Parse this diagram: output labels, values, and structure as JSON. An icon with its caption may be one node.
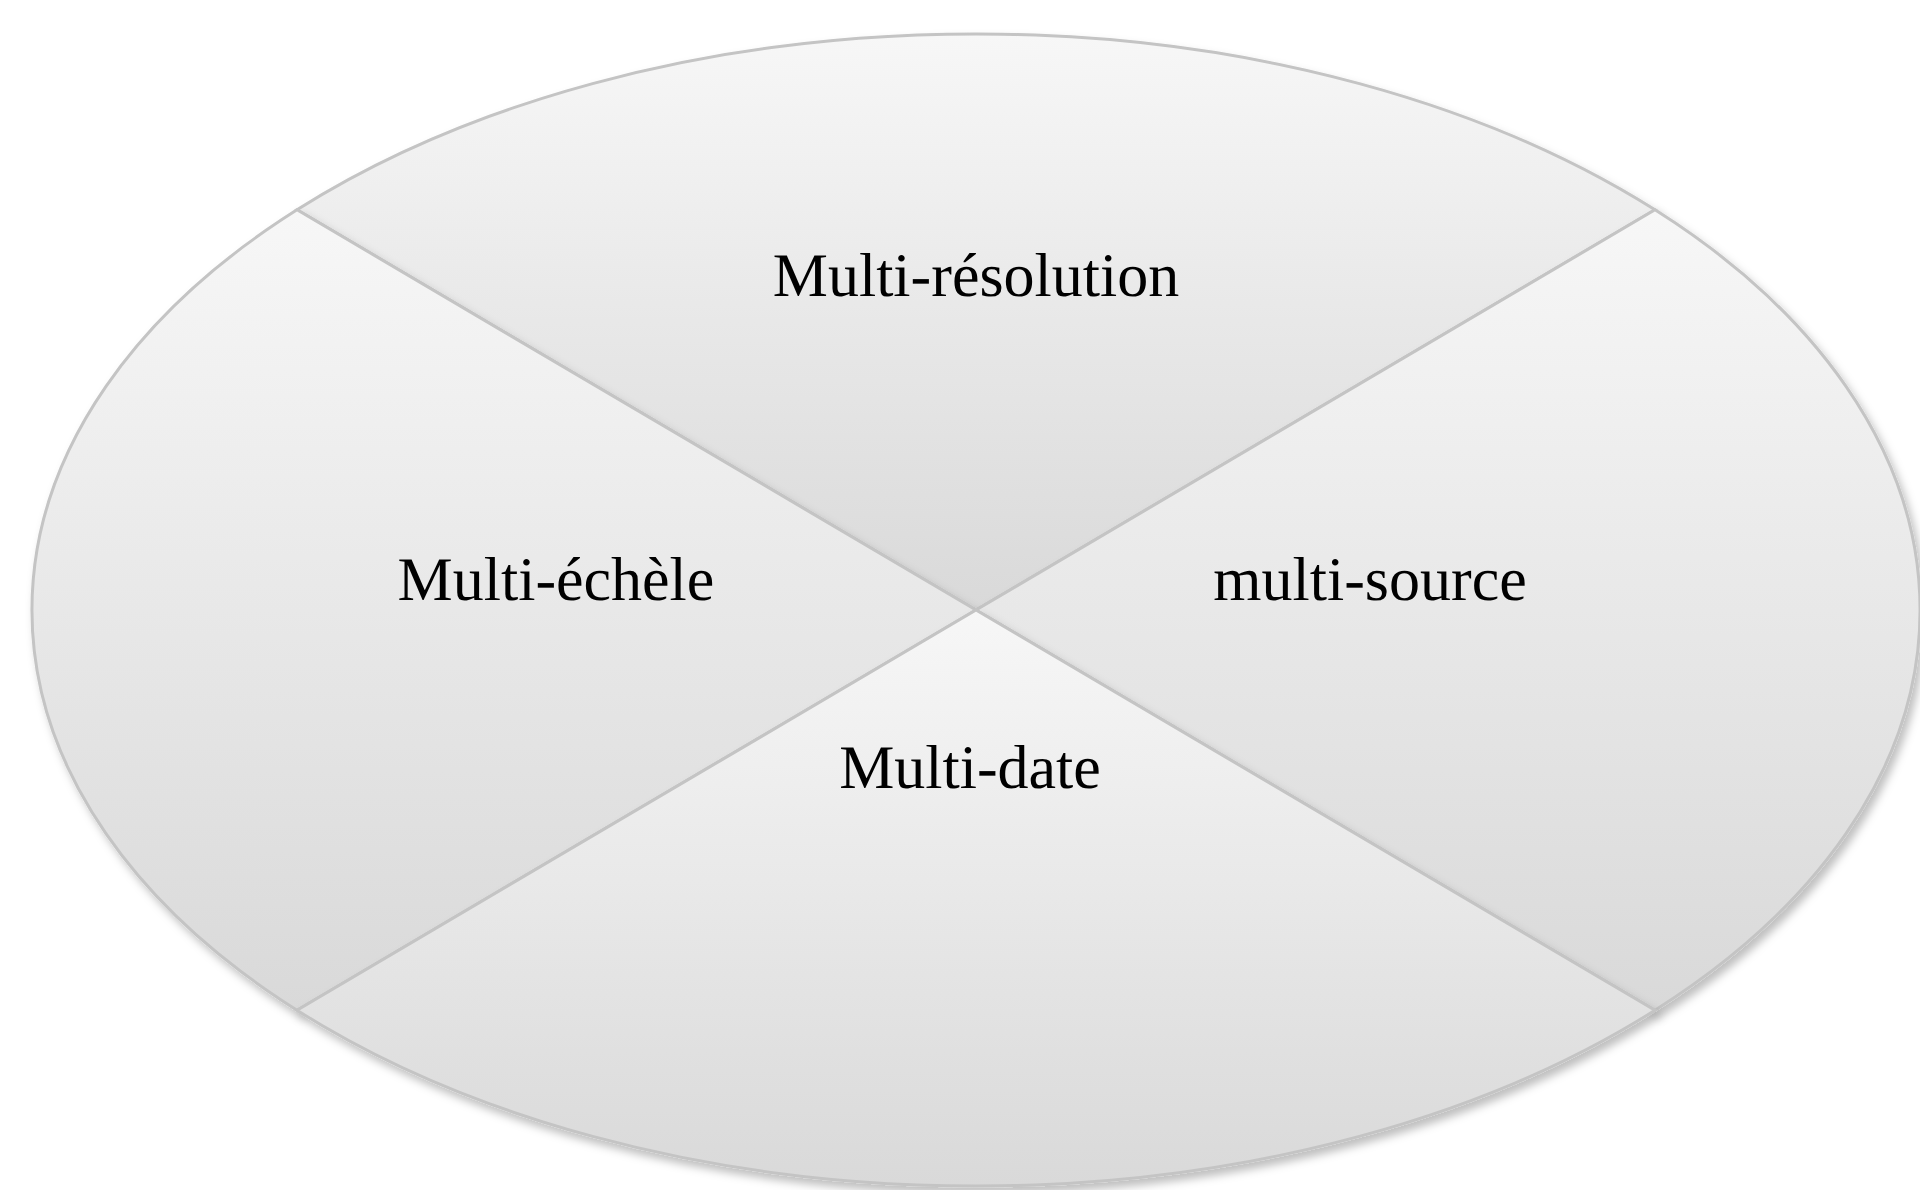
{
  "diagram": {
    "nodes": [
      {
        "text": [
          "Multi-résolution"
        ]
      },
      {
        "text": [
          "Multi-échèle"
        ]
      },
      {
        "text": [
          "multi-source"
        ]
      },
      {
        "text": [
          "Multi-date"
        ]
      }
    ]
  }
}
